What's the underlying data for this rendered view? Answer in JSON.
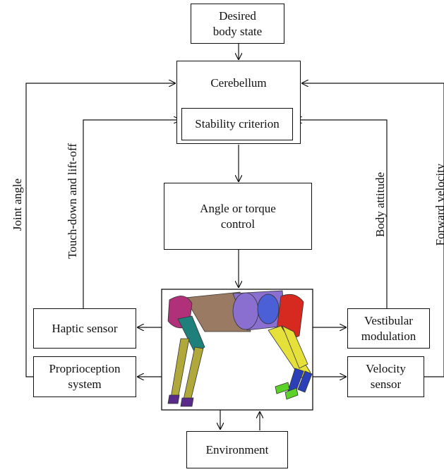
{
  "boxes": {
    "desired": "Desired\nbody state",
    "cerebellum": "Cerebellum",
    "stability": "Stability criterion",
    "control": "Angle or torque\ncontrol",
    "haptic": "Haptic sensor",
    "proprio": "Proprioception\nsystem",
    "vestibular": "Vestibular\nmodulation",
    "velocity": "Velocity\nsensor",
    "environment": "Environment"
  },
  "labels": {
    "joint_angle": "Joint angle",
    "touchdown": "Touch-down and lift-off",
    "body_attitude": "Body attitude",
    "forward_velocity": "Forward velocity"
  },
  "robot": {
    "caption": "",
    "colors": {
      "body": "#9a7a62",
      "purple": "#8a6fd0",
      "blue": "#4b5fd6",
      "magenta": "#b0307a",
      "teal": "#1f7f7a",
      "olive": "#b0a83a",
      "red": "#d62a20",
      "yellow": "#e6e03a",
      "navy": "#2a3fb8",
      "green": "#5bd12a",
      "dark_purple": "#5a2a8a"
    }
  }
}
